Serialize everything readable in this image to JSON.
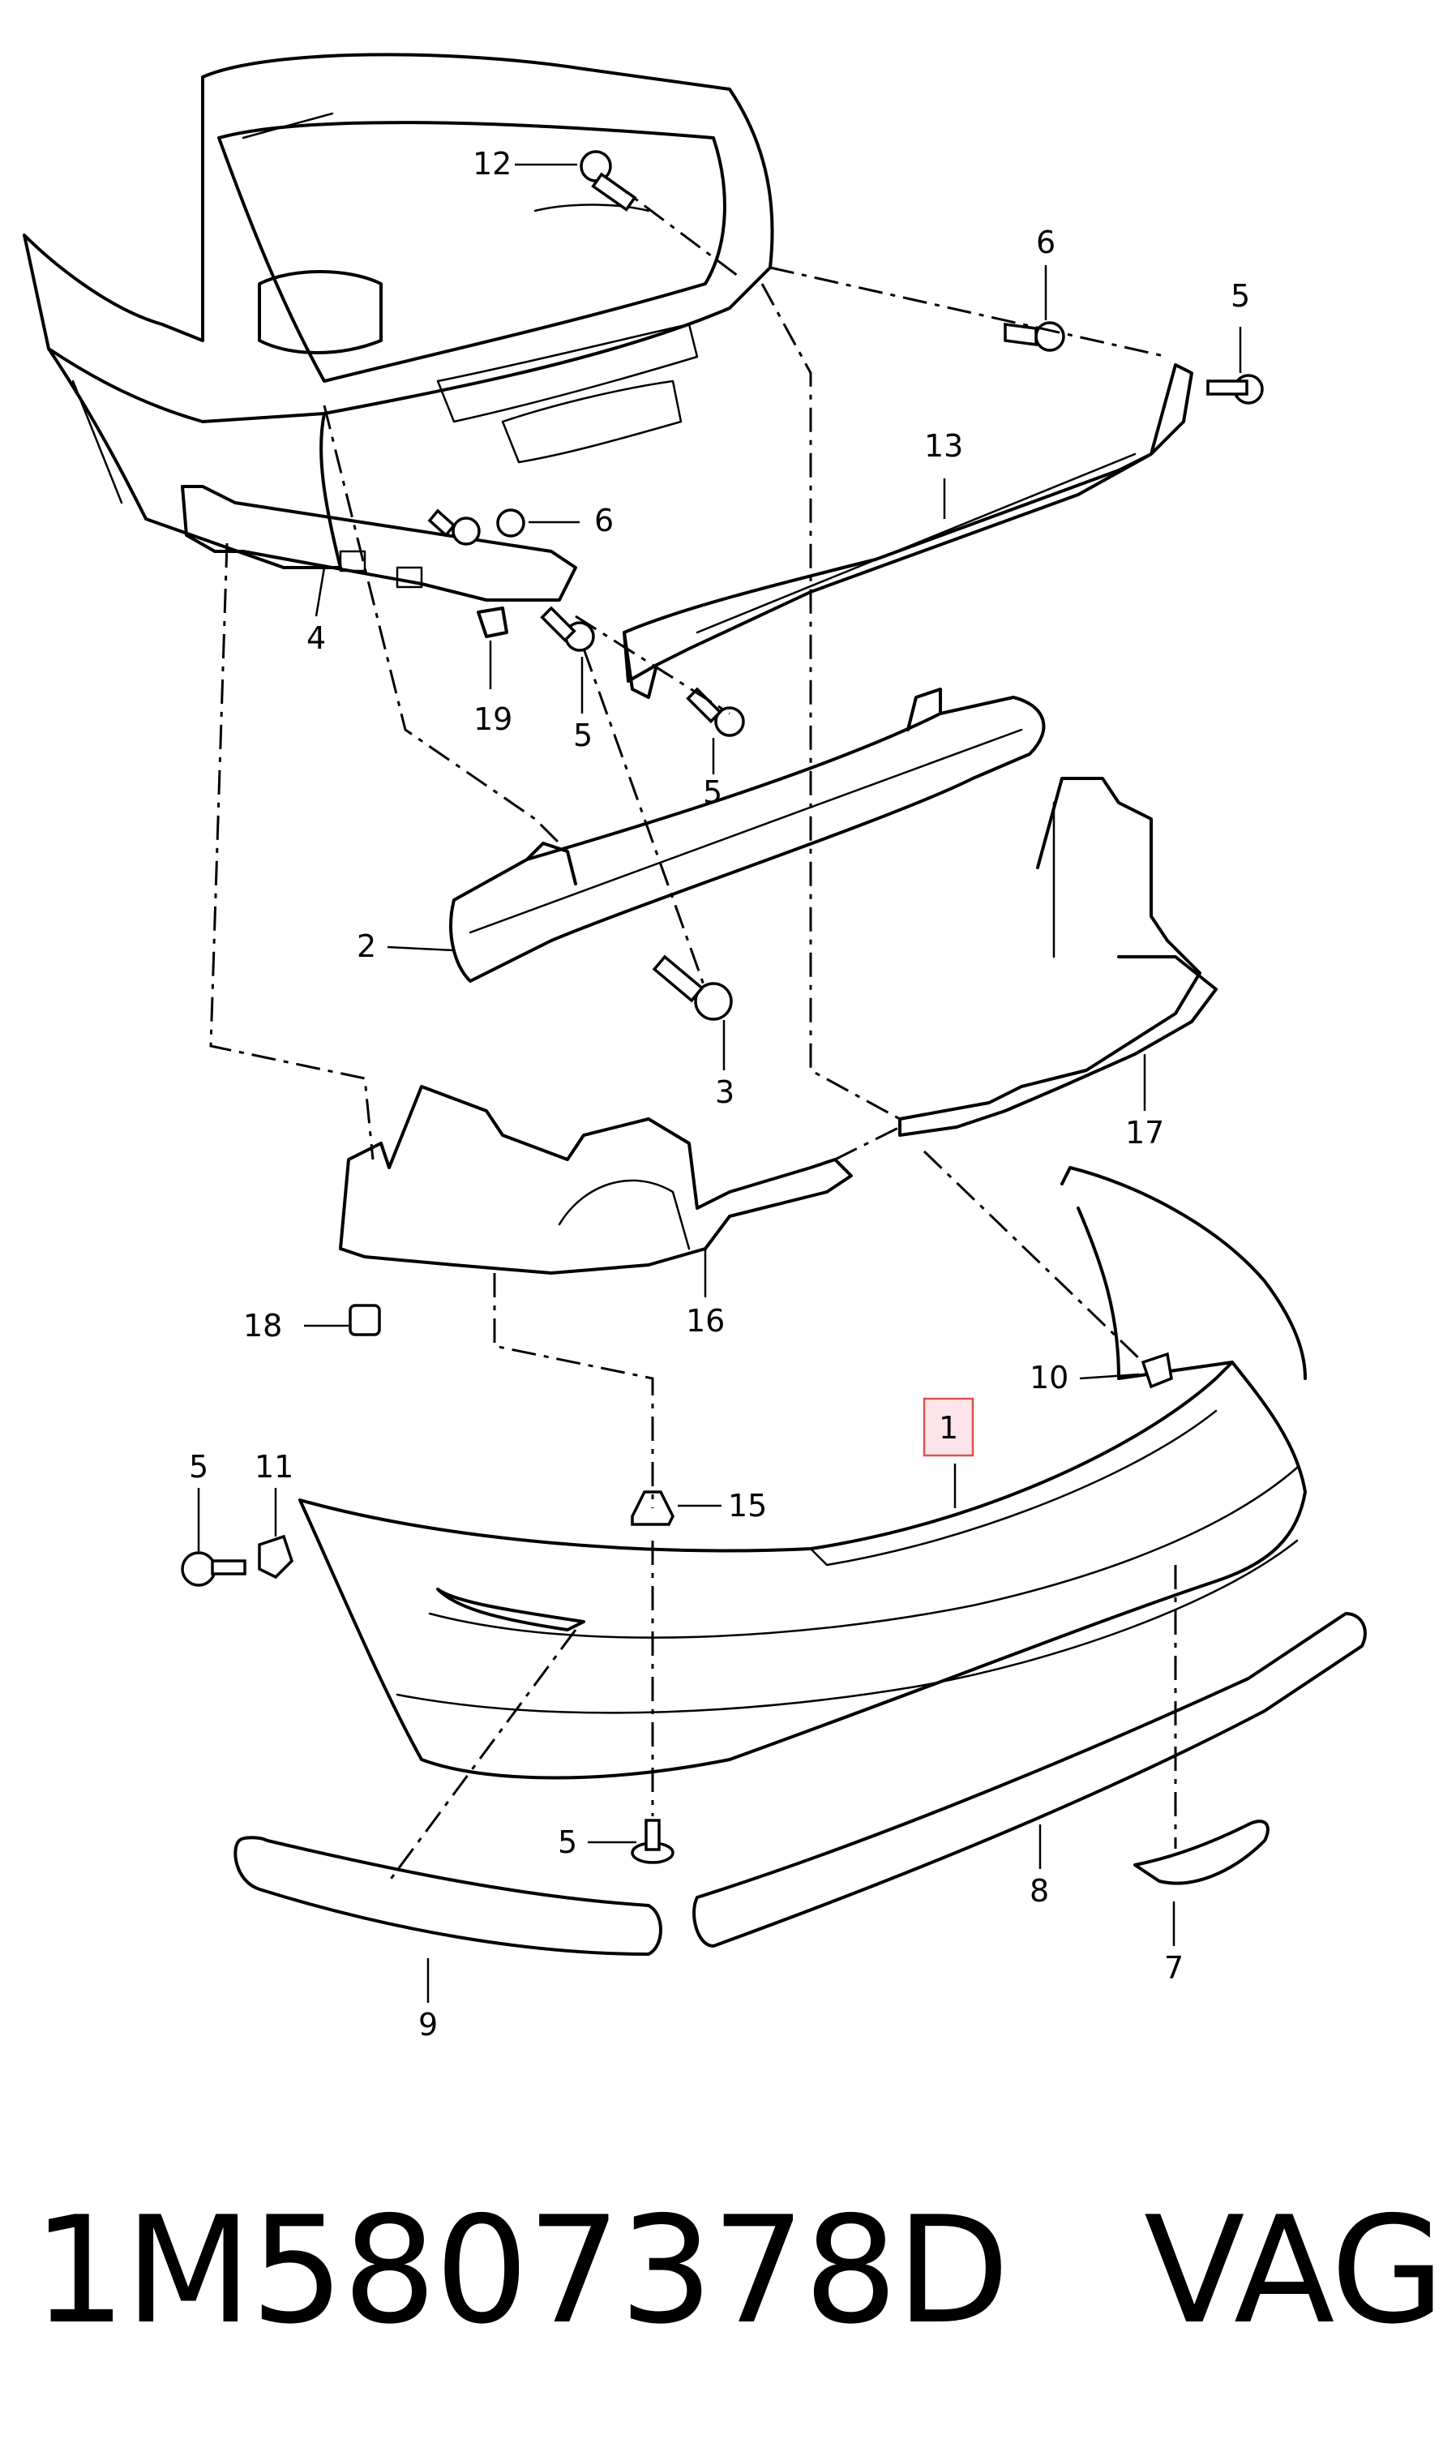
{
  "callouts": {
    "c1": "1",
    "c2": "2",
    "c3": "3",
    "c4": "4",
    "c5a": "5",
    "c5b": "5",
    "c5c": "5",
    "c5d": "5",
    "c5e": "5",
    "c6a": "6",
    "c6b": "6",
    "c7": "7",
    "c8": "8",
    "c9": "9",
    "c10": "10",
    "c11": "11",
    "c12": "12",
    "c13": "13",
    "c15": "15",
    "c16": "16",
    "c17": "17",
    "c18": "18",
    "c19": "19"
  },
  "highlighted_callout": "1",
  "highlight_color": "#d9534f",
  "part_number_label": "1M5807378D   VAG"
}
